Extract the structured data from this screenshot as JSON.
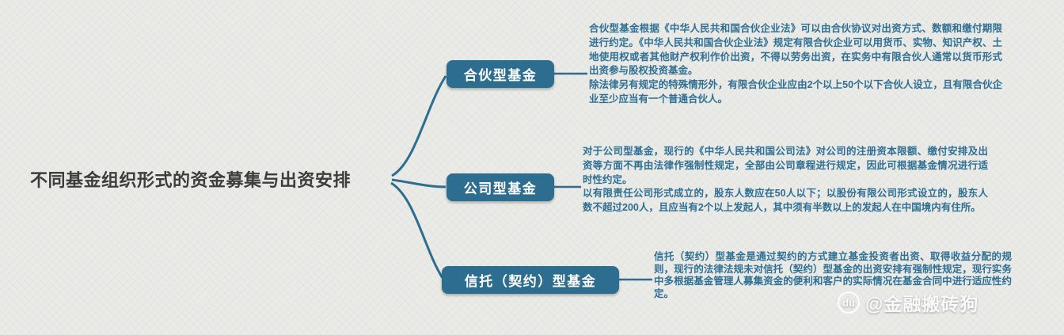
{
  "title": "不同基金组织形式的资金募集与出资安排",
  "colors": {
    "node_fill": "#2d6d8f",
    "body_text": "#2e6f93",
    "title_text": "#3d3d3d",
    "background": "#eaeae7"
  },
  "branches": [
    {
      "label": "合伙型基金",
      "text": "合伙型基金根据《中华人民共和国合伙企业法》可以由合伙协议对出资方式、数额和缴付期限进行约定。《中华人民共和国合伙企业法》规定有限合伙企业可以用货币、实物、知识产权、土地使用权或者其他财产权利作价出资，不得以劳务出资，在实务中有限合伙人通常以货币形式出资参与股权投资基金。\n除法律另有规定的特殊情形外，有限合伙企业应由2个以上50个以下合伙人设立，且有限合伙企业至少应当有一个普通合伙人。"
    },
    {
      "label": "公司型基金",
      "text": "对于公司型基金，现行的《中华人民共和国公司法》对公司的注册资本限额、缴付安排及出资等方面不再由法律作强制性规定，全部由公司章程进行规定，因此可根据基金情况进行适时性约定。\n以有限责任公司形式成立的，股东人数应在50人以下；以股份有限公司形式设立的，股东人数不超过200人，且应当有2个以上发起人，其中须有半数以上的发起人在中国境内有住所。"
    },
    {
      "label": "信托（契约）型基金",
      "text": "信托（契约）型基金是通过契约的方式建立基金投资者出资、取得收益分配的规则，现行的法律法规未对信托（契约）型基金的出资安排有强制性规定，现行实务中多根据基金管理人募集资金的便利和客户的实际情况在基金合同中进行适应性约定。"
    }
  ],
  "watermark": {
    "logo_text": "du",
    "handle": "@金融搬砖狗"
  }
}
